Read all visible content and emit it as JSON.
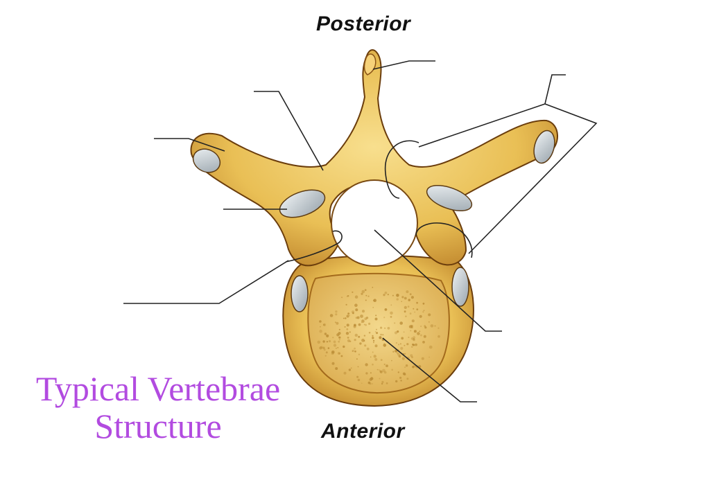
{
  "orientation": {
    "top": "Posterior",
    "bottom": "Anterior"
  },
  "title": {
    "line1": "Typical Vertebrae",
    "line2": "Structure",
    "color": "#b24be0"
  },
  "colors": {
    "bone": "#e9bf55",
    "bone_light": "#f6da86",
    "bone_dark": "#a36a1c",
    "outline": "#6b3d0c",
    "cartilage": "#bcc6cc",
    "body_spongy": "#ecc873",
    "pore": "#b98a34",
    "leader": "#222222"
  }
}
